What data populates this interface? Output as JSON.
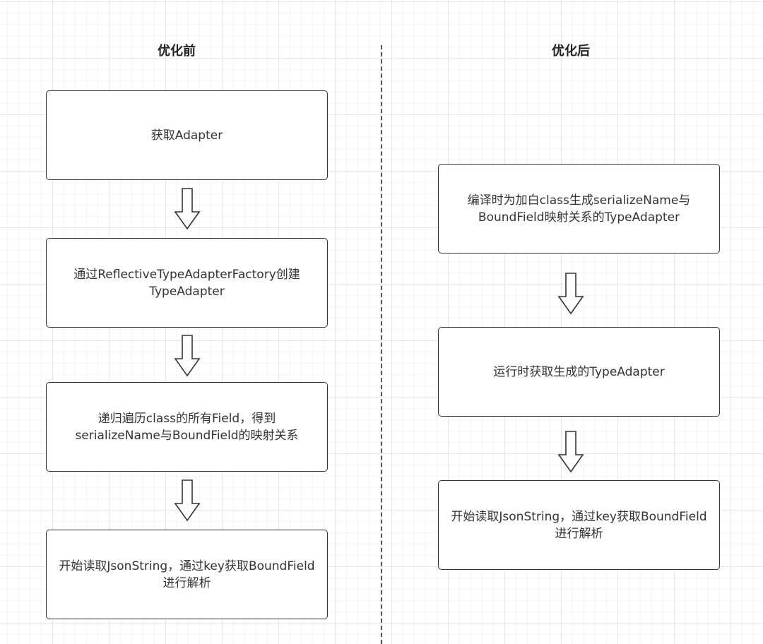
{
  "columns": {
    "before": {
      "title": "优化前",
      "steps": [
        "获取Adapter",
        "通过ReflectiveTypeAdapterFactory创建TypeAdapter",
        "递归遍历class的所有Field，得到serializeName与BoundField的映射关系",
        "开始读取JsonString，通过key获取BoundField进行解析"
      ]
    },
    "after": {
      "title": "优化后",
      "steps": [
        "编译时为加白class生成serializeName与BoundField映射关系的TypeAdapter",
        "运行时获取生成的TypeAdapter",
        "开始读取JsonString，通过key获取BoundField进行解析"
      ]
    }
  }
}
